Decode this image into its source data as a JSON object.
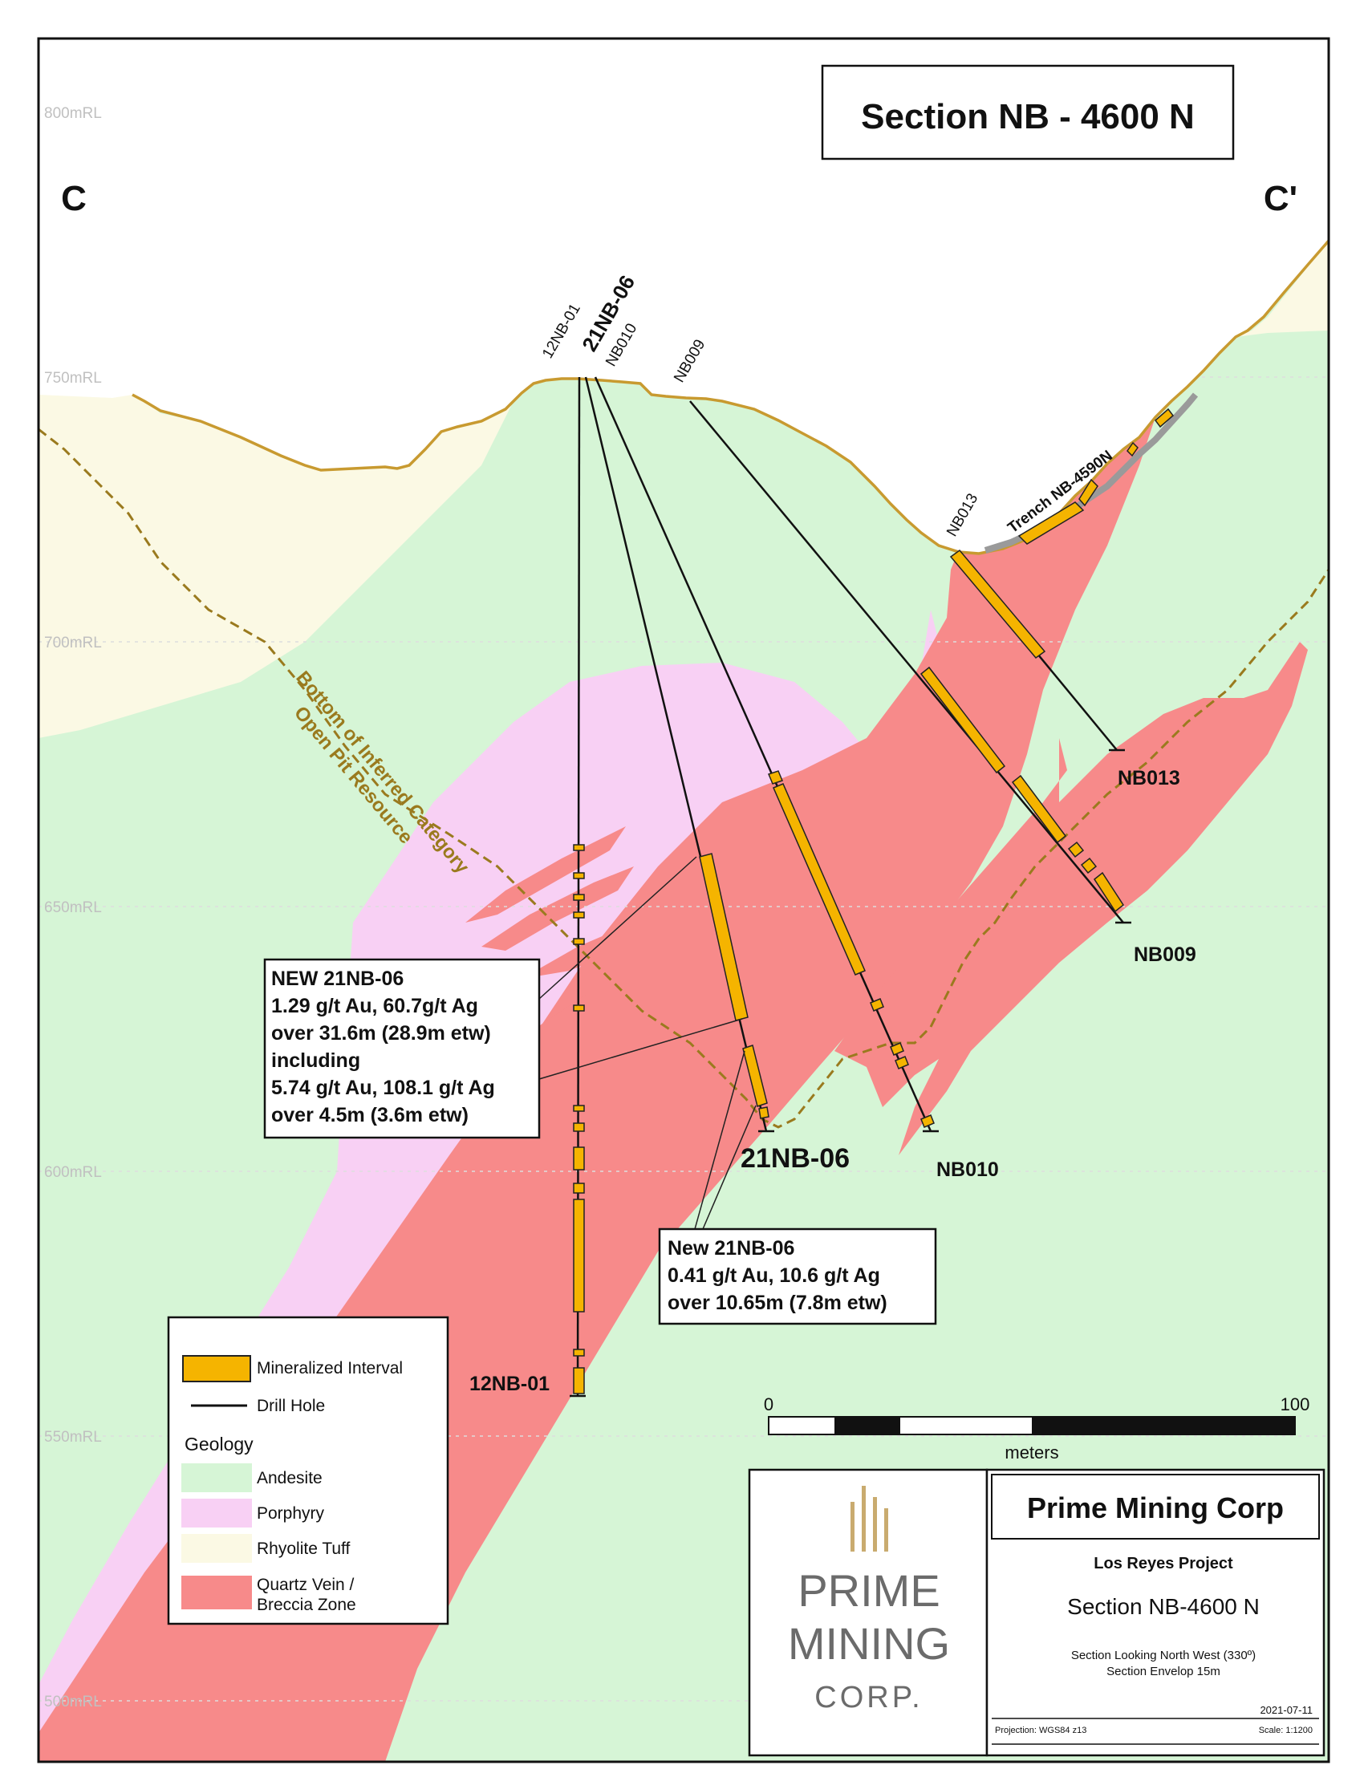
{
  "section": {
    "title": "Section NB - 4600 N",
    "left_label": "C",
    "right_label": "C'"
  },
  "elevations": [
    "800mRL",
    "750mRL",
    "700mRL",
    "650mRL",
    "600mRL",
    "550mRL",
    "500mRL"
  ],
  "holes": {
    "h12nb01_top": "12NB-01",
    "h21nb06_top": "21NB-06",
    "nb010_top": "NB010",
    "nb009_top": "NB009",
    "nb013_top": "NB013",
    "nb013_end": "NB013",
    "nb009_end": "NB009",
    "nb010_end": "NB010",
    "h21nb06_end": "21NB-06",
    "h12nb01_end": "12NB-01"
  },
  "trench_label": "Trench NB-4590N",
  "pit_label": {
    "line1": "Bottom of Inferred Category",
    "line2": "Open Pit Resource"
  },
  "callout_main": {
    "line1": "NEW 21NB-06",
    "line2": "1.29 g/t Au, 60.7g/t Ag",
    "line3": "over 31.6m (28.9m etw)",
    "line4": "including",
    "line5": "5.74 g/t Au, 108.1 g/t Ag",
    "line6": "over 4.5m (3.6m etw)"
  },
  "callout_lower": {
    "line1": "New 21NB-06",
    "line2": "0.41 g/t Au, 10.6 g/t Ag",
    "line3": "over 10.65m (7.8m etw)"
  },
  "legend": {
    "mineralized": "Mineralized Interval",
    "drill_hole": "Drill Hole",
    "geology_heading": "Geology",
    "andesite": "Andesite",
    "porphyry": "Porphyry",
    "rhyolite": "Rhyolite Tuff",
    "quartz_line1": "Quartz Vein /",
    "quartz_line2": "Breccia Zone"
  },
  "scale": {
    "min": "0",
    "max": "100",
    "unit": "meters"
  },
  "logo": {
    "line1": "PRIME",
    "line2": "MINING",
    "line3": "CORP."
  },
  "title_block": {
    "company": "Prime Mining Corp",
    "project": "Los Reyes Project",
    "section": "Section NB-4600 N",
    "looking": "Section Looking North West (330º)",
    "envelop": "Section Envelop 15m",
    "date": "2021-07-11",
    "projection": "Projection: WGS84 z13",
    "scale_ratio": "Scale: 1:1200"
  },
  "colors": {
    "andesite": "#d6f5d6",
    "porphyry": "#f8d0f4",
    "rhyolite": "#fbf9e4",
    "quartz_vein": "#f78a8a",
    "mineralized": "#f5b400",
    "topography": "#c89a30",
    "pit_line": "#9a7a1e",
    "logo_gold": "#c9ab6f",
    "logo_grey": "#6b6b6b"
  }
}
